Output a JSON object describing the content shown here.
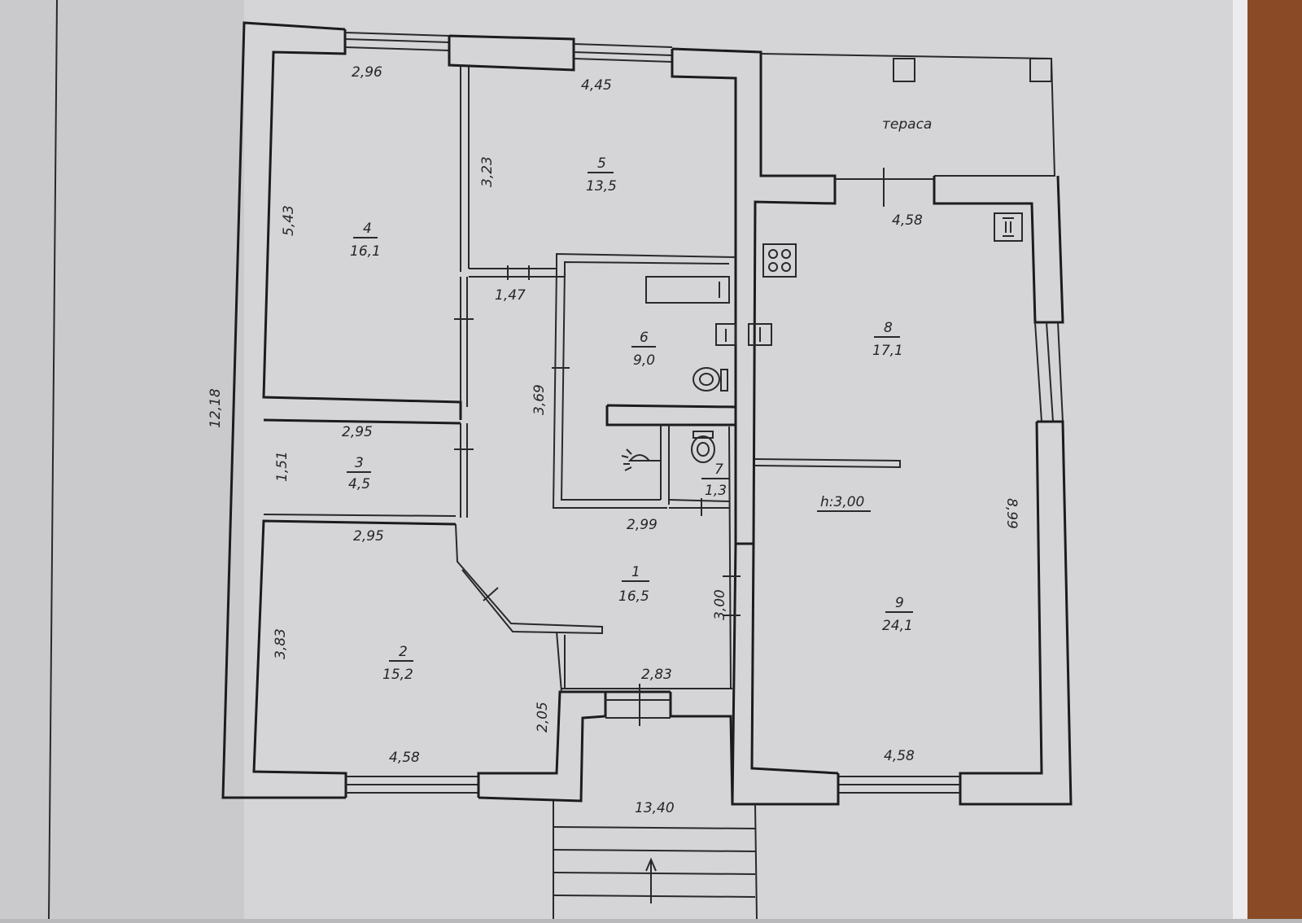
{
  "plan": {
    "terrace_label": "тераса",
    "height_label": "h:3,00",
    "rooms": [
      {
        "id": "room-1",
        "number": "1",
        "area": "16,5"
      },
      {
        "id": "room-2",
        "number": "2",
        "area": "15,2"
      },
      {
        "id": "room-3",
        "number": "3",
        "area": "4,5"
      },
      {
        "id": "room-4",
        "number": "4",
        "area": "16,1"
      },
      {
        "id": "room-5",
        "number": "5",
        "area": "13,5"
      },
      {
        "id": "room-6",
        "number": "6",
        "area": "9,0"
      },
      {
        "id": "room-7",
        "number": "7",
        "area": "1,3"
      },
      {
        "id": "room-8",
        "number": "8",
        "area": "17,1"
      },
      {
        "id": "room-9",
        "number": "9",
        "area": "24,1"
      }
    ],
    "dimensions": {
      "room4_width": "2,96",
      "room4_height": "5,43",
      "room5_width": "4,45",
      "room5_height": "3,23",
      "corridor_width": "1,47",
      "corridor_height": "3,69",
      "room3_width_top": "2,95",
      "room3_height": "1,51",
      "room2_width_top": "2,95",
      "room2_height": "3,83",
      "room2_width_bottom": "4,58",
      "room2_side": "2,05",
      "hall_width_top": "2,99",
      "hall_height": "3,00",
      "hall_width_bottom": "2,83",
      "kitchen_width_top": "4,58",
      "living_width_bottom": "4,58",
      "living_height": "8,99",
      "overall_height": "12,18",
      "overall_width": "13,40"
    }
  }
}
